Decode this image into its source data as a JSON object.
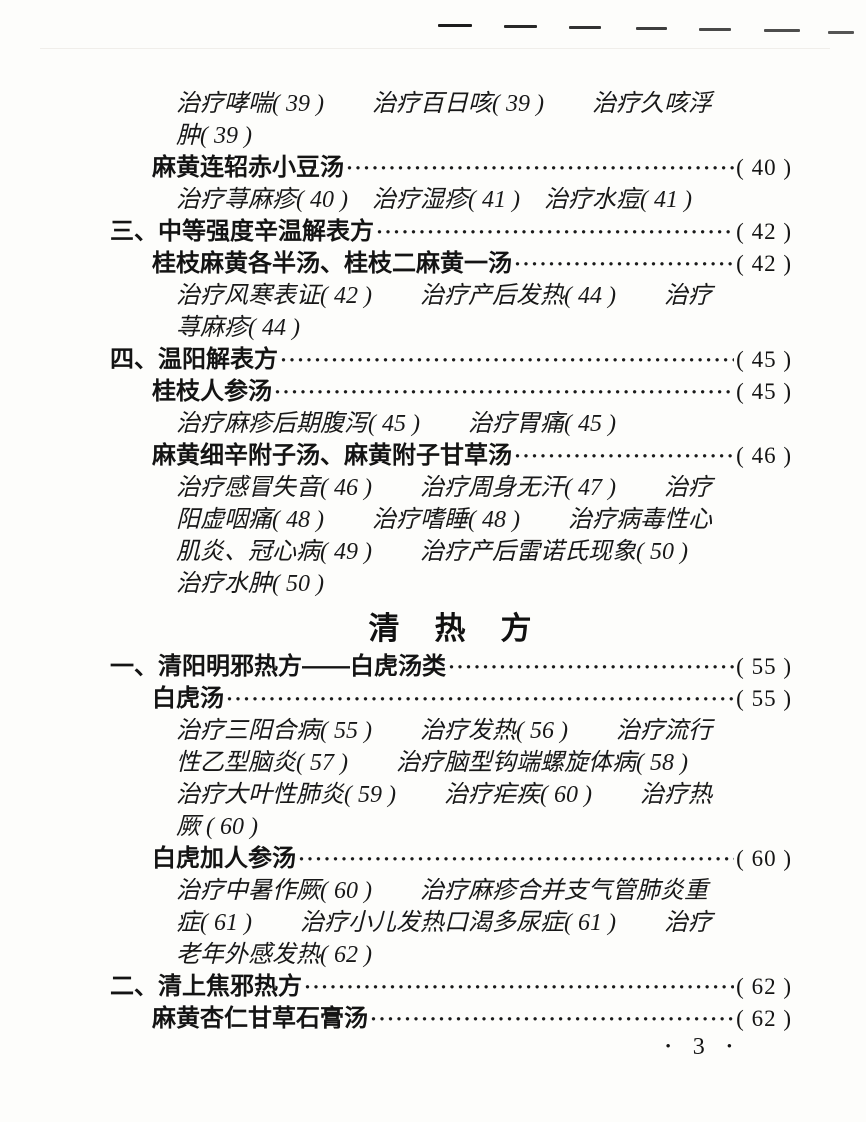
{
  "scan_artifacts": {
    "top_edge_dashes": 7
  },
  "toc": {
    "part_heading": "清　热　方",
    "lines": [
      {
        "kind": "sub",
        "text": "治疗哮喘( 39 )　　治疗百日咳( 39 )　　治疗久咳浮"
      },
      {
        "kind": "sub",
        "text": "肿( 39 )"
      },
      {
        "kind": "formula",
        "title": "麻黄连轺赤小豆汤",
        "page": "( 40 )"
      },
      {
        "kind": "sub",
        "text": "治疗荨麻疹( 40 )　治疗湿疹( 41 )　治疗水痘( 41 )"
      },
      {
        "kind": "section",
        "title": "三、中等强度辛温解表方",
        "page": "( 42 )"
      },
      {
        "kind": "formula",
        "title": "桂枝麻黄各半汤、桂枝二麻黄一汤",
        "page": "( 42 )"
      },
      {
        "kind": "sub",
        "text": "治疗风寒表证( 42 )　　治疗产后发热( 44 )　　治疗"
      },
      {
        "kind": "sub",
        "text": "荨麻疹( 44 )"
      },
      {
        "kind": "section",
        "title": "四、温阳解表方",
        "page": "( 45 )"
      },
      {
        "kind": "formula",
        "title": "桂枝人参汤",
        "page": "( 45 )"
      },
      {
        "kind": "sub",
        "text": "治疗麻疹后期腹泻( 45 )　　治疗胃痛( 45 )"
      },
      {
        "kind": "formula",
        "title": "麻黄细辛附子汤、麻黄附子甘草汤",
        "page": "( 46 )"
      },
      {
        "kind": "sub",
        "text": "治疗感冒失音( 46 )　　治疗周身无汗( 47 )　　治疗"
      },
      {
        "kind": "sub",
        "text": "阳虚咽痛( 48 )　　治疗嗜睡( 48 )　　治疗病毒性心"
      },
      {
        "kind": "sub",
        "text": "肌炎、冠心病( 49 )　　治疗产后雷诺氏现象( 50 )"
      },
      {
        "kind": "sub",
        "text": "治疗水肿( 50 )"
      },
      {
        "kind": "section",
        "title": "一、清阳明邪热方——白虎汤类",
        "page": "( 55 )"
      },
      {
        "kind": "formula",
        "title": "白虎汤",
        "page": "( 55 )"
      },
      {
        "kind": "sub",
        "text": "治疗三阳合病( 55 )　　治疗发热( 56 )　　治疗流行"
      },
      {
        "kind": "sub",
        "text": "性乙型脑炎( 57 )　　治疗脑型钩端螺旋体病( 58 )"
      },
      {
        "kind": "sub",
        "text": "治疗大叶性肺炎( 59 )　　治疗疟疾( 60 )　　治疗热"
      },
      {
        "kind": "sub",
        "text": "厥 ( 60 )"
      },
      {
        "kind": "formula",
        "title": "白虎加人参汤",
        "page": "( 60 )"
      },
      {
        "kind": "sub",
        "text": "治疗中暑作厥( 60 )　　治疗麻疹合并支气管肺炎重"
      },
      {
        "kind": "sub",
        "text": "症( 61 )　　治疗小儿发热口渴多尿症( 61 )　　治疗"
      },
      {
        "kind": "sub",
        "text": "老年外感发热( 62 )"
      },
      {
        "kind": "section",
        "title": "二、清上焦邪热方",
        "page": "( 62 )"
      },
      {
        "kind": "formula",
        "title": "麻黄杏仁甘草石膏汤",
        "page": "( 62 )"
      }
    ]
  },
  "footer": {
    "left_dot": "•",
    "number": "3",
    "right_dot": "•"
  }
}
